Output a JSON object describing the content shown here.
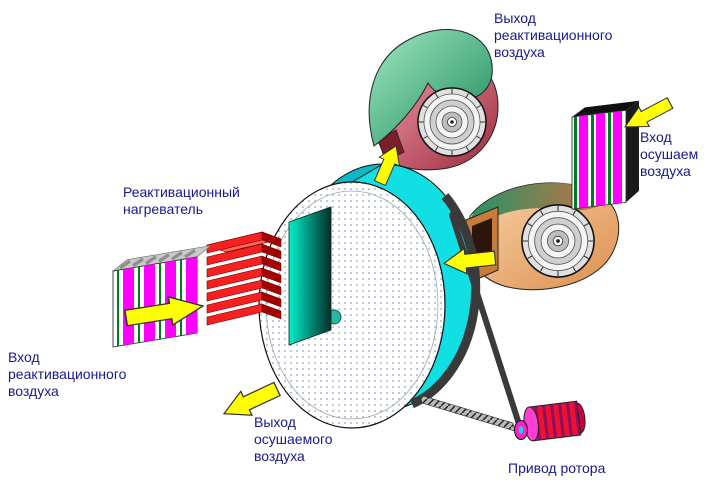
{
  "labels": {
    "reactivation_air_outlet": {
      "lines": [
        "Выход",
        "реактивационного",
        "воздуха"
      ]
    },
    "process_air_inlet": {
      "lines": [
        "Вход",
        "осушаем",
        "воздуха"
      ]
    },
    "reactivation_heater": {
      "lines": [
        "Реактивационный",
        "нагреватель"
      ]
    },
    "reactivation_air_inlet": {
      "lines": [
        "Вход",
        "реактивационного",
        "воздуха"
      ]
    },
    "process_air_outlet": {
      "lines": [
        "Выход",
        "осушаемого",
        "воздуха"
      ]
    },
    "rotor_drive": {
      "lines": [
        "Привод ротора"
      ]
    }
  },
  "colors": {
    "label_text": "#181890",
    "arrow": "#ffff00",
    "rotor_rim": "#12dfe4",
    "rotor_face": "#ffffff",
    "filter_stripe_magenta": "#ff00ff",
    "filter_stripe_green": "#007a22",
    "heater_red": "#f52020",
    "motor_red": "#ee1133",
    "pulley_magenta": "#ff22cc",
    "background": "#ffffff"
  },
  "icons": {
    "airflow_arrow": "yellow-flow-arrow",
    "fan_inlet": "concentric-ring-fan-face"
  }
}
